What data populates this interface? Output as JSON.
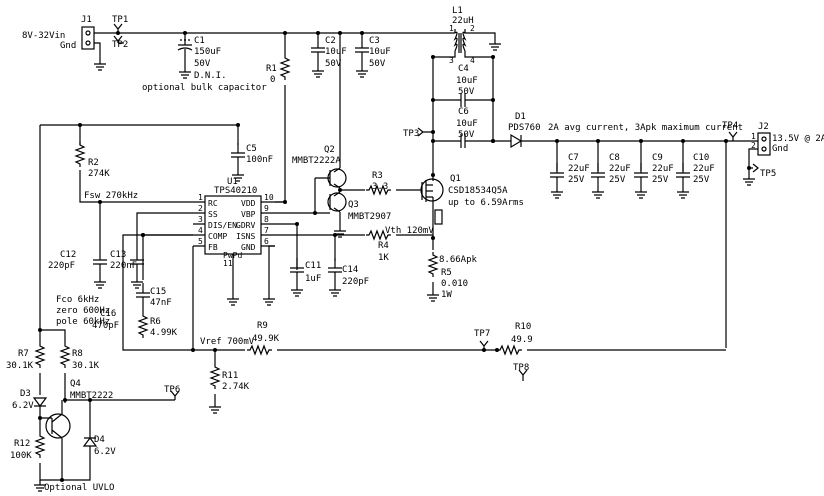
{
  "labels": {
    "vin": "8V-32Vin",
    "gnd_in": "Gnd",
    "j1": "J1",
    "tp1": "TP1",
    "tp2": "TP2",
    "c1_ref": "C1",
    "c1_val": "150uF",
    "c1_volt": "50V",
    "c1_dni": "D.N.I.",
    "bulk": "optional bulk capacitor",
    "c2_ref": "C2",
    "c2_val": "10uF",
    "c2_volt": "50V",
    "c3_ref": "C3",
    "c3_val": "10uF",
    "c3_volt": "50V",
    "l1_ref": "L1",
    "l1_val": "22uH",
    "l1_p1": "1",
    "l1_p2": "2",
    "l1_p3": "3",
    "l1_p4": "4",
    "c4_ref": "C4",
    "c4_val": "10uF",
    "c4_volt": "50V",
    "c6_ref": "C6",
    "c6_val": "10uF",
    "c6_volt": "50V",
    "r1_ref": "R1",
    "r1_val": "0",
    "c5_ref": "C5",
    "c5_val": "100nF",
    "r2_ref": "R2",
    "r2_val": "274K",
    "fsw": "Fsw 270kHz",
    "u1_ref": "U1",
    "u1_part": "TPS40210",
    "pins": {
      "rc": "RC",
      "ss": "SS",
      "dis": "DIS/EN",
      "comp": "COMP",
      "fb": "FB",
      "vdd": "VDD",
      "vbp": "VBP",
      "gdrv": "GDRV",
      "isns": "ISNS",
      "gnd": "GND",
      "pwpd": "PwPd",
      "n1": "1",
      "n2": "2",
      "n3": "3",
      "n4": "4",
      "n5": "5",
      "n10": "10",
      "n9": "9",
      "n8": "8",
      "n7": "7",
      "n6": "6",
      "n11": "11"
    },
    "q2_ref": "Q2",
    "q2_part": "MMBT2222A",
    "q3_ref": "Q3",
    "q3_part": "MMBT2907",
    "r3_ref": "R3",
    "r3_val": "3.3",
    "q1_ref": "Q1",
    "q1_part": "CSD18534Q5A",
    "q1_note": "up to 6.59Arms",
    "tp3": "TP3",
    "d1_ref": "D1",
    "d1_part": "PDS760",
    "current_note": "2A avg current, 3Apk maximum current",
    "tp4": "TP4",
    "j2": "J2",
    "vout": "13.5V @ 2A",
    "gnd_out": "Gnd",
    "j2_p1": "1",
    "j2_p2": "2",
    "tp5": "TP5",
    "c7_ref": "C7",
    "c7_val": "22uF",
    "c7_volt": "25V",
    "c8_ref": "C8",
    "c8_val": "22uF",
    "c8_volt": "25V",
    "c9_ref": "C9",
    "c9_val": "22uF",
    "c9_volt": "25V",
    "c10_ref": "C10",
    "c10_val": "22uF",
    "c10_volt": "25V",
    "c12_ref": "C12",
    "c12_val": "220pF",
    "c13_ref": "C13",
    "c13_val": "220nF",
    "vth": "Vth 120mV",
    "r4_ref": "R4",
    "r4_val": "1K",
    "ipk": "8.66Apk",
    "r5_ref": "R5",
    "r5_val": "0.010",
    "r5_pow": "1W",
    "c11_ref": "C11",
    "c11_val": "1uF",
    "c14_ref": "C14",
    "c14_val": "220pF",
    "c15_ref": "C15",
    "c15_val": "47nF",
    "r6_ref": "R6",
    "r6_val": "4.99K",
    "c16_ref": "C16",
    "c16_val": "470pF",
    "fco": "Fco 6kHz",
    "zero": "zero 600Hz",
    "pole": "pole 60kHz",
    "r9_ref": "R9",
    "r9_val": "49.9K",
    "vref": "Vref 700mV",
    "tp7": "TP7",
    "r10_ref": "R10",
    "r10_val": "49.9",
    "tp8": "TP8",
    "r11_ref": "R11",
    "r11_val": "2.74K",
    "r7_ref": "R7",
    "r7_val": "30.1K",
    "r8_ref": "R8",
    "r8_val": "30.1K",
    "d3_ref": "D3",
    "d3_val": "6.2V",
    "q4_ref": "Q4",
    "q4_part": "MMBT2222",
    "tp6": "TP6",
    "r12_ref": "R12",
    "r12_val": "100K",
    "d4_ref": "D4",
    "d4_val": "6.2V",
    "uvlo": "Optional UVLO"
  }
}
